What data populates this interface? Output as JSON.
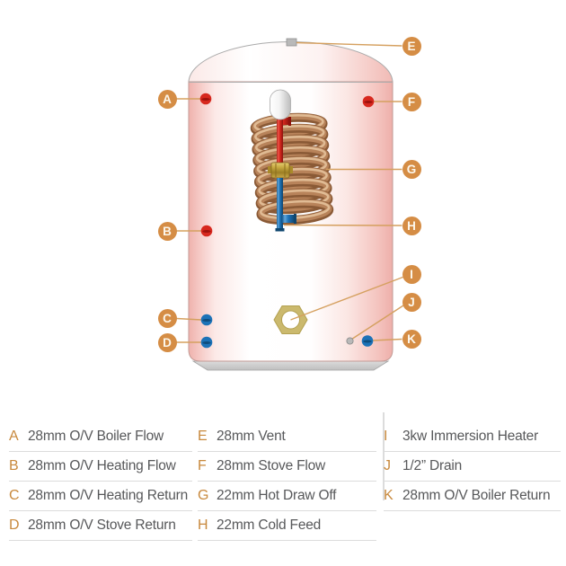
{
  "legend": {
    "items": [
      {
        "id": "A",
        "label": "28mm O/V Boiler Flow"
      },
      {
        "id": "B",
        "label": "28mm O/V Heating Flow"
      },
      {
        "id": "C",
        "label": "28mm O/V Heating Return"
      },
      {
        "id": "D",
        "label": "28mm O/V Stove Return"
      },
      {
        "id": "E",
        "label": "28mm Vent"
      },
      {
        "id": "F",
        "label": "28mm Stove Flow"
      },
      {
        "id": "G",
        "label": "22mm Hot Draw Off"
      },
      {
        "id": "H",
        "label": "22mm Cold Feed"
      },
      {
        "id": "I",
        "label": "3kw Immersion Heater"
      },
      {
        "id": "J",
        "label": "1/2” Drain"
      },
      {
        "id": "K",
        "label": "28mm O/V Boiler Return"
      }
    ]
  },
  "diagram": {
    "colors": {
      "accent_orange": "#d58d45",
      "legend_letter": "#c8893d",
      "legend_text": "#57585a",
      "divider_gray": "#dcdcdc",
      "leader_tan": "#d5a05f",
      "flow_red": "#d7281e",
      "flow_blue": "#1c72b7",
      "drain_gray": "#b9b9b9",
      "copper_coil": "#b8835a",
      "brass": "#cbb96d",
      "tank_pink": "#f3bcb7"
    }
  }
}
